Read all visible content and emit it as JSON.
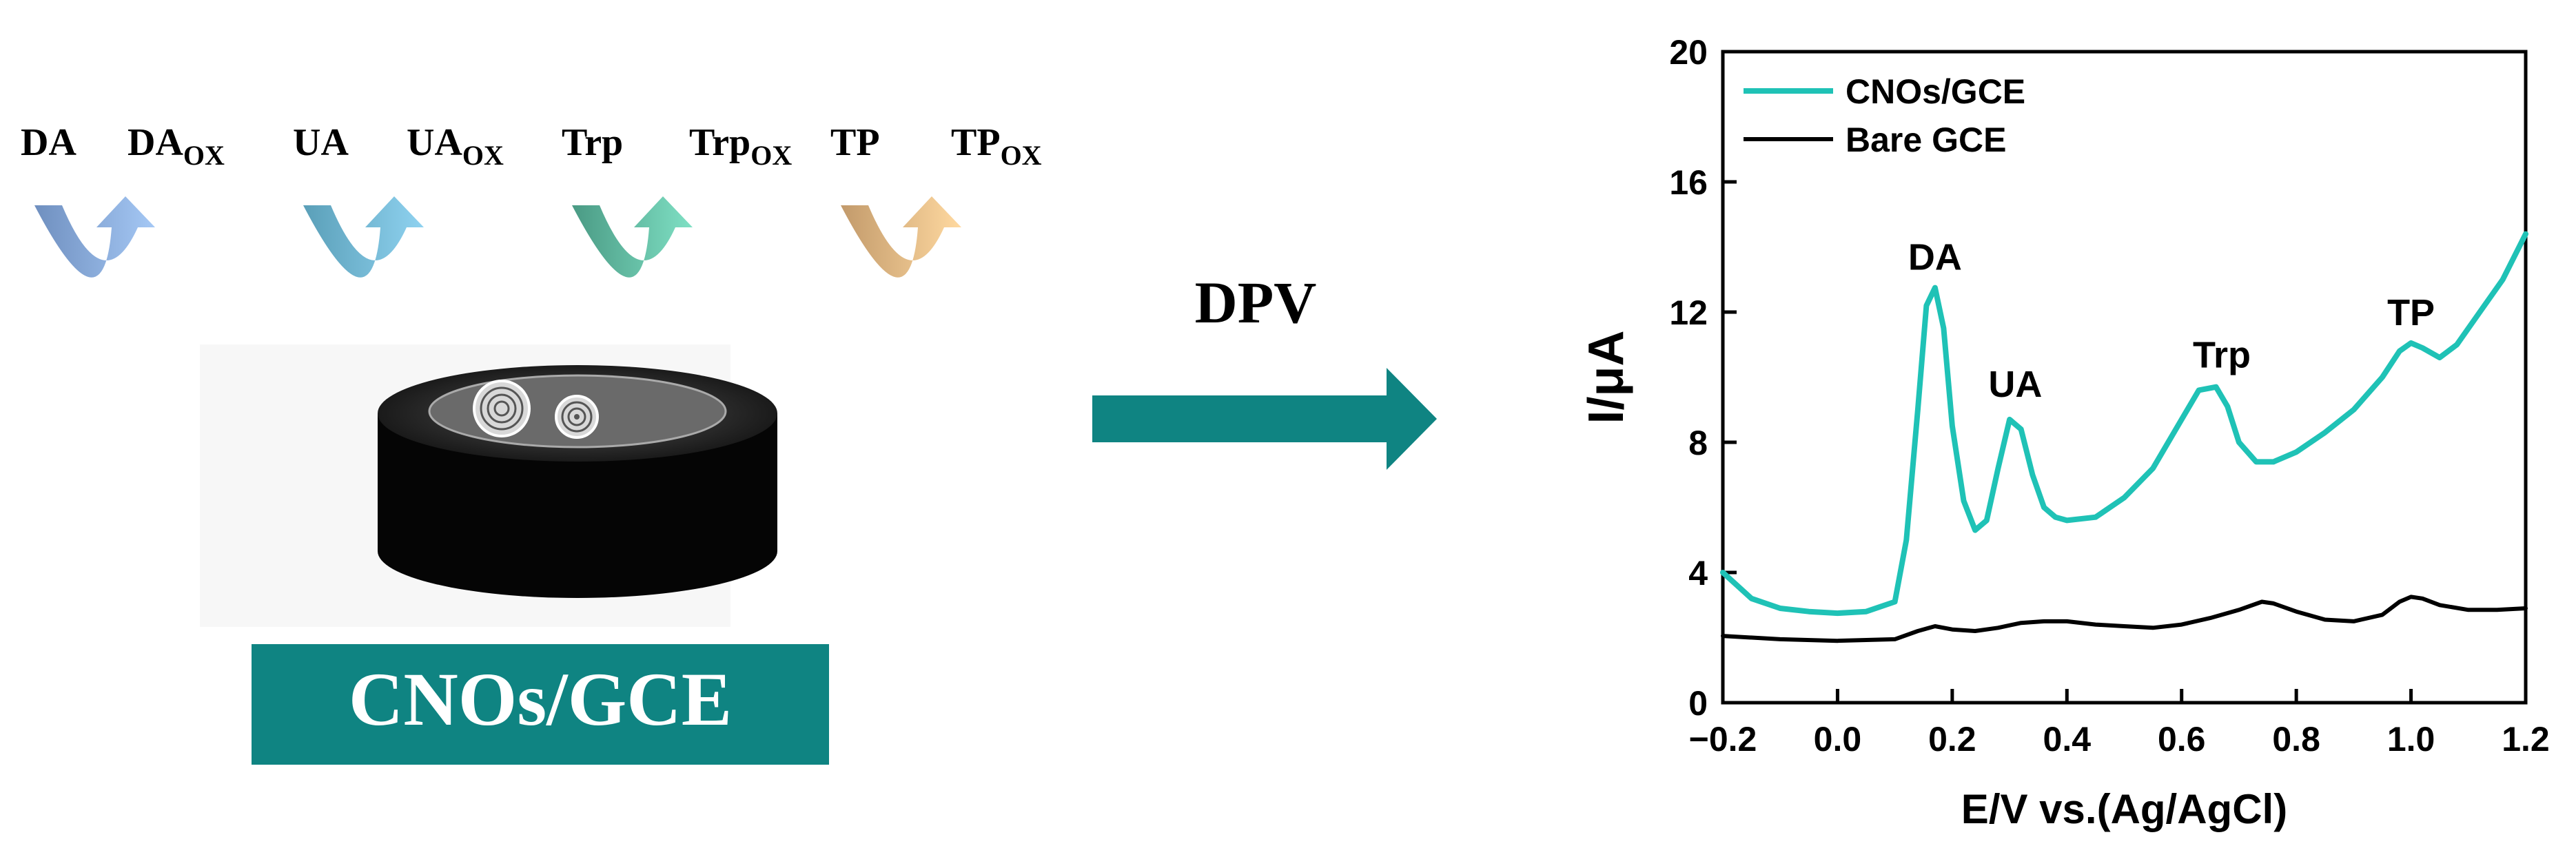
{
  "species": [
    {
      "name": "DA",
      "ox_base": "DA",
      "ox_sub": "OX",
      "color_a": "#6f8fbf",
      "color_b": "#a5c8f5"
    },
    {
      "name": "UA",
      "ox_base": "UA",
      "ox_sub": "OX",
      "color_a": "#5a9fb8",
      "color_b": "#8fd2f0"
    },
    {
      "name": "Trp",
      "ox_base": "Trp",
      "ox_sub": "OX",
      "color_a": "#4a9a84",
      "color_b": "#7fe0c4"
    },
    {
      "name": "TP",
      "ox_base": "TP",
      "ox_sub": "OX",
      "color_a": "#c29a6b",
      "color_b": "#ffd9a0"
    }
  ],
  "electrode_label": "CNOs/GCE",
  "process_label": "DPV",
  "colors": {
    "teal": "#0f8482",
    "cno_curve": "#1fc2b6",
    "bare_curve": "#000000"
  },
  "chart_data": {
    "type": "line",
    "xlabel": "E/V vs.(Ag/AgCl)",
    "ylabel": "I/μA",
    "xlim": [
      -0.2,
      1.2
    ],
    "ylim": [
      0,
      20
    ],
    "xticks": [
      "−0.2",
      "0.0",
      "0.2",
      "0.4",
      "0.6",
      "0.8",
      "1.0",
      "1.2"
    ],
    "yticks": [
      "0",
      "4",
      "8",
      "12",
      "16",
      "20"
    ],
    "legend": "top-left",
    "annotations": [
      {
        "text": "DA",
        "x": 0.17,
        "y": 13.3
      },
      {
        "text": "UA",
        "x": 0.31,
        "y": 9.4
      },
      {
        "text": "Trp",
        "x": 0.67,
        "y": 10.3
      },
      {
        "text": "TP",
        "x": 1.0,
        "y": 11.6
      }
    ],
    "series": [
      {
        "name": "CNOs/GCE",
        "color": "#1fc2b6",
        "x": [
          -0.2,
          -0.15,
          -0.1,
          -0.05,
          0.0,
          0.05,
          0.1,
          0.12,
          0.14,
          0.155,
          0.17,
          0.185,
          0.2,
          0.22,
          0.24,
          0.26,
          0.28,
          0.3,
          0.32,
          0.34,
          0.36,
          0.38,
          0.4,
          0.45,
          0.5,
          0.55,
          0.6,
          0.63,
          0.66,
          0.68,
          0.7,
          0.73,
          0.76,
          0.8,
          0.85,
          0.9,
          0.95,
          0.98,
          1.0,
          1.02,
          1.05,
          1.08,
          1.12,
          1.16,
          1.2
        ],
        "y": [
          4.0,
          3.2,
          2.9,
          2.8,
          2.75,
          2.8,
          3.1,
          5.0,
          9.0,
          12.2,
          12.75,
          11.5,
          8.5,
          6.2,
          5.3,
          5.6,
          7.2,
          8.7,
          8.4,
          7.0,
          6.0,
          5.7,
          5.6,
          5.7,
          6.3,
          7.2,
          8.7,
          9.6,
          9.7,
          9.1,
          8.0,
          7.4,
          7.4,
          7.7,
          8.3,
          9.0,
          10.0,
          10.8,
          11.05,
          10.9,
          10.6,
          11.0,
          12.0,
          13.0,
          14.4
        ]
      },
      {
        "name": "Bare GCE",
        "color": "#000000",
        "x": [
          -0.2,
          -0.1,
          0.0,
          0.1,
          0.14,
          0.17,
          0.2,
          0.24,
          0.28,
          0.32,
          0.36,
          0.4,
          0.45,
          0.5,
          0.55,
          0.6,
          0.65,
          0.7,
          0.74,
          0.76,
          0.8,
          0.85,
          0.9,
          0.95,
          0.98,
          1.0,
          1.02,
          1.05,
          1.1,
          1.15,
          1.2
        ],
        "y": [
          2.05,
          1.95,
          1.9,
          1.95,
          2.2,
          2.35,
          2.25,
          2.2,
          2.3,
          2.45,
          2.5,
          2.5,
          2.4,
          2.35,
          2.3,
          2.4,
          2.6,
          2.85,
          3.1,
          3.05,
          2.8,
          2.55,
          2.5,
          2.7,
          3.1,
          3.25,
          3.2,
          3.0,
          2.85,
          2.85,
          2.9
        ]
      }
    ]
  }
}
